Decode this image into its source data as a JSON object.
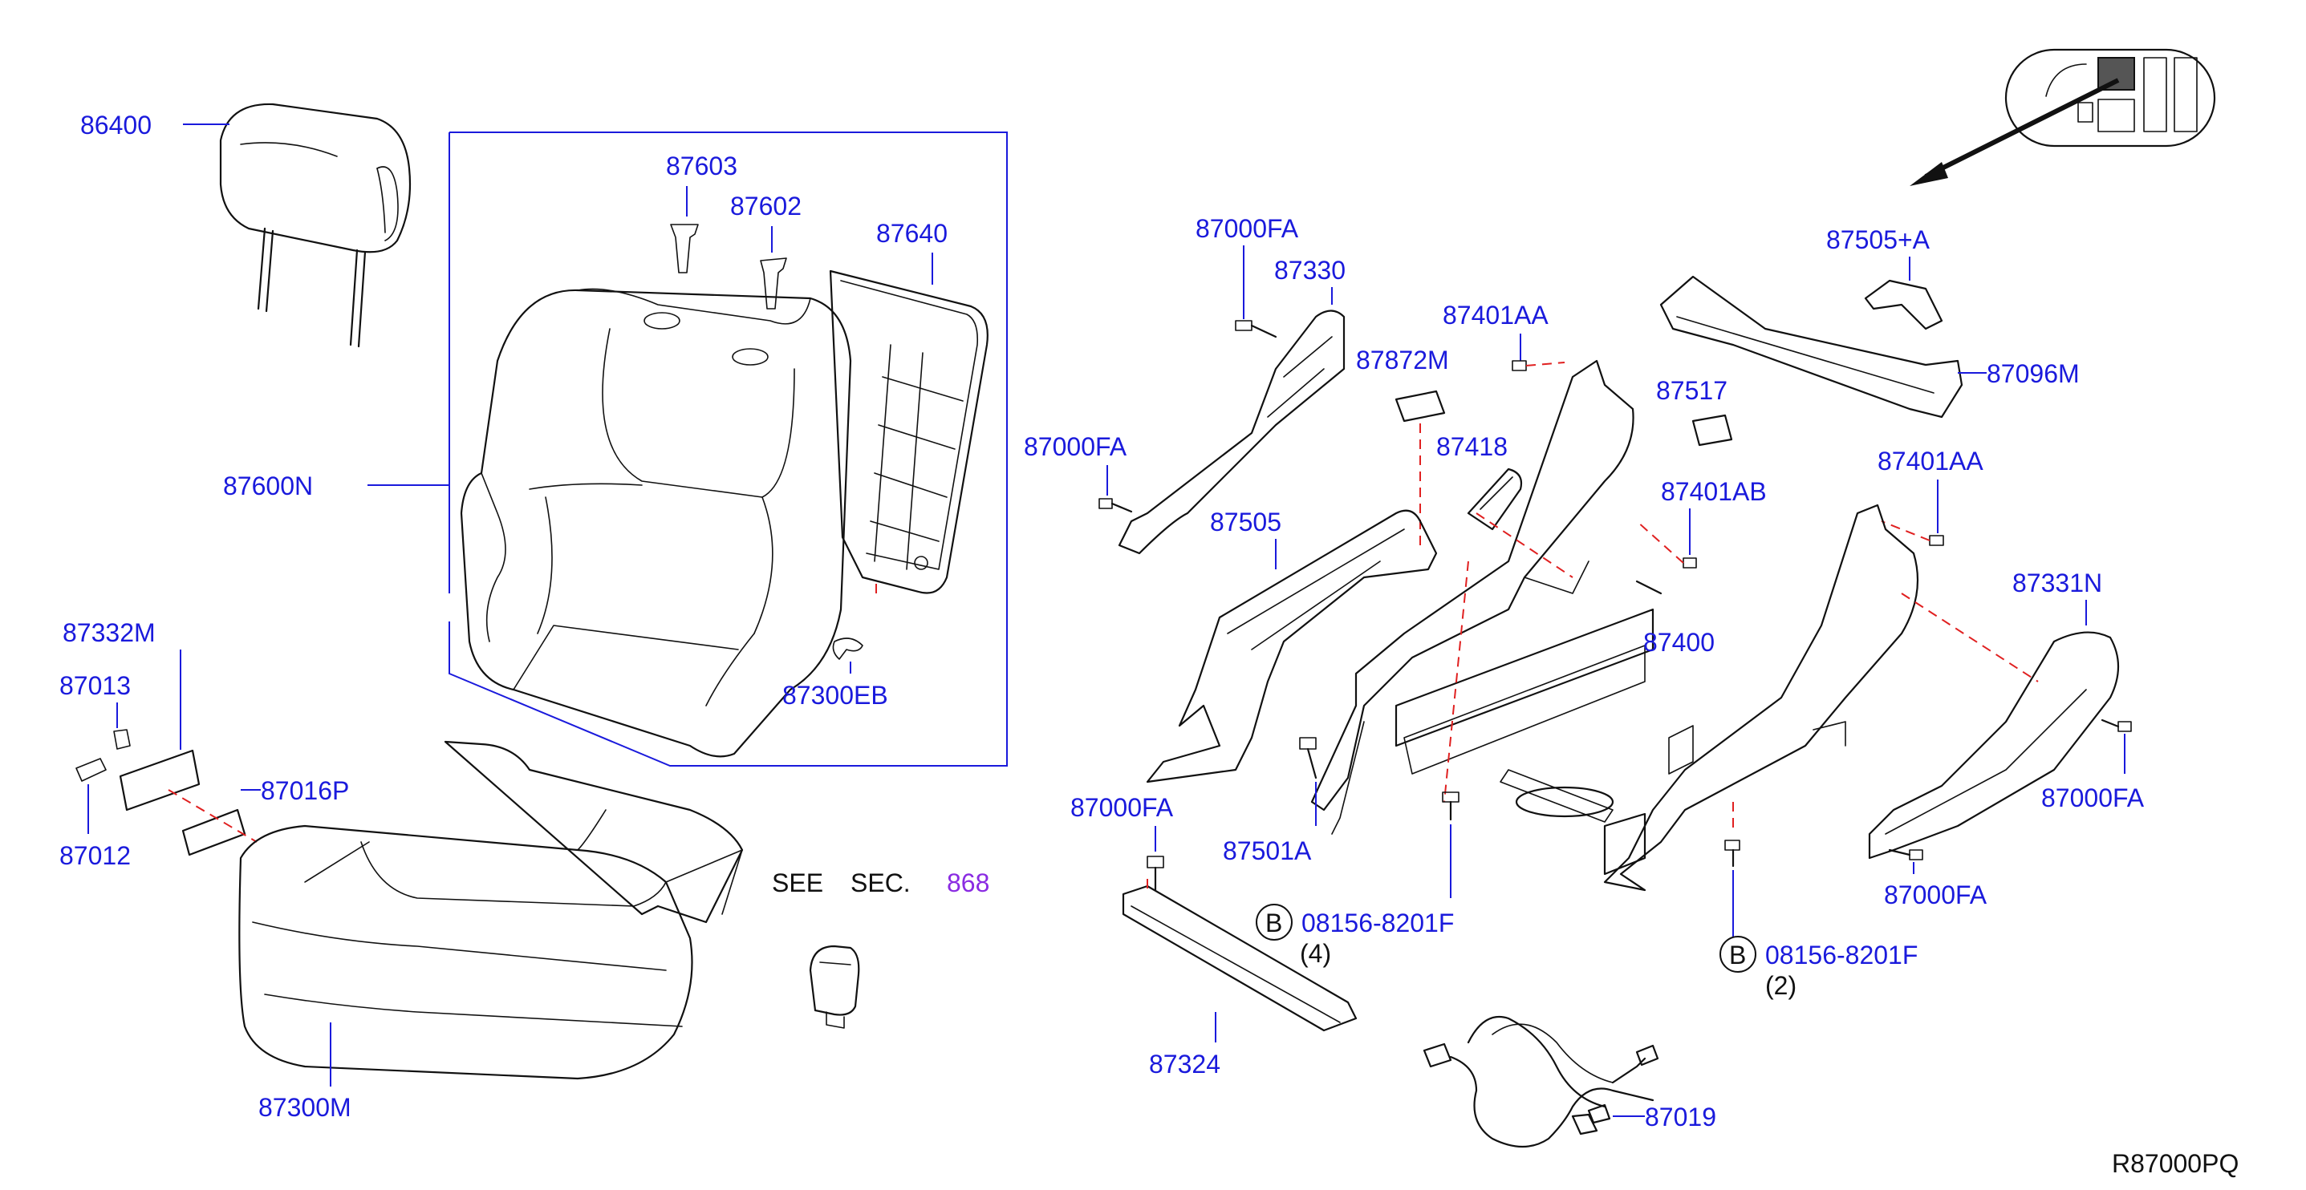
{
  "diagram": {
    "reference_code": "R87000PQ",
    "labels": {
      "headrest": "86400",
      "back_cover_assy": "87600N",
      "guide_87603": "87603",
      "guide_87602": "87602",
      "back_board": "87640",
      "clip_87300EB": "87300EB",
      "part_87332": "87332M",
      "part_87013": "87013",
      "part_87012": "87012",
      "part_87016P": "87016P",
      "cushion": "87300M",
      "see": "SEE",
      "sec": "SEC.",
      "sec_number": "868",
      "bolt_fa_1": "87000FA",
      "finisher_87330": "87330",
      "bolt_fa_2": "87000FA",
      "frame_87505": "87505",
      "part_87872M": "87872M",
      "bolt_aa_1": "87401AA",
      "lever_87418": "87418",
      "clip_87517": "87517",
      "bolt_ab": "87401AB",
      "recliner_87400": "87400",
      "bracket_87505a": "87505+A",
      "bar_87096M": "87096M",
      "bolt_aa_2": "87401AA",
      "finisher_87331N": "87331N",
      "bolt_fa_3": "87000FA",
      "bolt_fa_4": "87000FA",
      "bolt_fa_5": "87000FA",
      "bolt_87501A": "87501A",
      "finisher_87324": "87324",
      "bolt_b_1_code": "08156-8201F",
      "bolt_b_1_qty": "(4)",
      "bolt_b_2_code": "08156-8201F",
      "bolt_b_2_qty": "(2)",
      "circle_letter_1": "B",
      "circle_letter_2": "B",
      "harness": "87019"
    }
  }
}
